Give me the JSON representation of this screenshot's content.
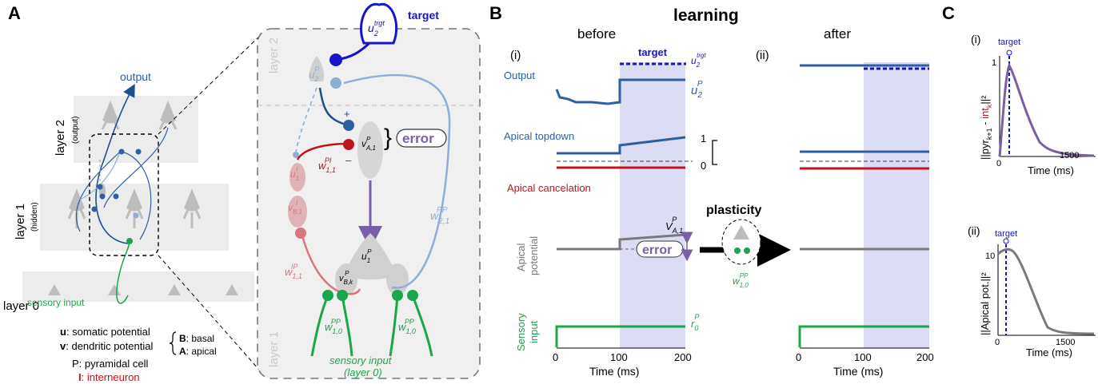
{
  "colors": {
    "blue": "#2c5fa3",
    "darkblue": "#1f4e8c",
    "lightblue": "#8eaed6",
    "navy": "#1515cc",
    "red": "#c0141c",
    "pink": "#d9757c",
    "green": "#1aa64b",
    "gray": "#7a7a7a",
    "purple": "#7a5ea8",
    "shade": "#dcdcf5"
  },
  "panelA": {
    "label": "A",
    "output": "output",
    "layer2": "layer 2",
    "layer2_sub": "(output)",
    "layer1": "layer 1",
    "layer1_sub": "(hidden)",
    "layer0": "layer 0",
    "sensory": "sensory input",
    "legend": {
      "u": "u",
      "u_desc": ": somatic potential",
      "v": "v",
      "v_desc": ": dendritic potential",
      "B": "B",
      "B_desc": ": basal",
      "A": "A",
      "A_desc": ": apical",
      "P": "P",
      "P_desc": ": pyramidal cell",
      "I": "I",
      "I_desc": ": interneuron"
    },
    "zoom": {
      "layer2": "layer 2",
      "layer1": "layer 1",
      "target": "target",
      "u_trgt": "u",
      "u_trgt_sub": "2",
      "u_trgt_sup": "trgt",
      "u2p": "u",
      "u2p_sub": "2",
      "u2p_sup": "P",
      "plus": "+",
      "minus": "–",
      "vA1": "v",
      "vA1_sub": "A,1",
      "vA1_sup": "P",
      "error": "error",
      "wPI": "w",
      "wPI_sub": "1,1",
      "wPI_sup": "PI",
      "u1I": "u",
      "u1I_sub": "1",
      "u1I_sup": "I",
      "vB1": "v",
      "vB1_sub": "B,1",
      "vB1_sup": "I",
      "wPP21": "w",
      "wPP21_sub": "2,1",
      "wPP21_sup": "PP",
      "u1P": "u",
      "u1P_sub": "1",
      "u1P_sup": "P",
      "wIP": "w",
      "wIP_sub": "1,1",
      "wIP_sup": "IP",
      "vBk": "v",
      "vBk_sub": "B,k",
      "vBk_sup": "P",
      "wPP10a": "w",
      "wPP10a_sub": "1,0",
      "wPP10a_sup": "PP",
      "wPP10b": "w",
      "wPP10b_sub": "1,0",
      "wPP10b_sup": "PP",
      "sensory": "sensory input",
      "sensory2": "(layer 0)"
    }
  },
  "panelB": {
    "label": "B",
    "title": "learning",
    "before": "before",
    "after": "after",
    "i": "(i)",
    "ii": "(ii)",
    "target": "target",
    "utrgt": "u",
    "utrgt_sub": "2",
    "utrgt_sup": "trgt",
    "u2p": "u",
    "u2p_sub": "2",
    "u2p_sup": "P",
    "output": "Output",
    "apical_top": "Apical topdown",
    "apical_cancel": "Apical cancelation",
    "apical_pot1": "Apical",
    "apical_pot2": "potential",
    "sensory1": "Sensory",
    "sensory2": "input",
    "vA1": "V",
    "vA1_sub": "A,1",
    "vA1_sup": "P",
    "error": "error",
    "plasticity": "plasticity",
    "w10": "w",
    "w10_sub": "1,0",
    "w10_sup": "PP",
    "r0": "r",
    "r0_sub": "0",
    "r0_sup": "P",
    "scale_top": "1",
    "scale_bot": "0",
    "xticks": [
      "0",
      "100",
      "200"
    ],
    "xlabel": "Time (ms)"
  },
  "panelC": {
    "label": "C",
    "i": "(i)",
    "ii": "(ii)",
    "target": "target",
    "ylabel1a": "||pyr",
    "ylabel1b": "k+1",
    "ylabel1c": " - ",
    "ylabel1d": "int",
    "ylabel1e": "k",
    "ylabel1f": "||²",
    "ylabel2": "||Apical pot.||²",
    "yt1": "1",
    "yt2": "10",
    "xt0": "0",
    "xt1": "1500",
    "xlabel": "Time (ms)"
  }
}
